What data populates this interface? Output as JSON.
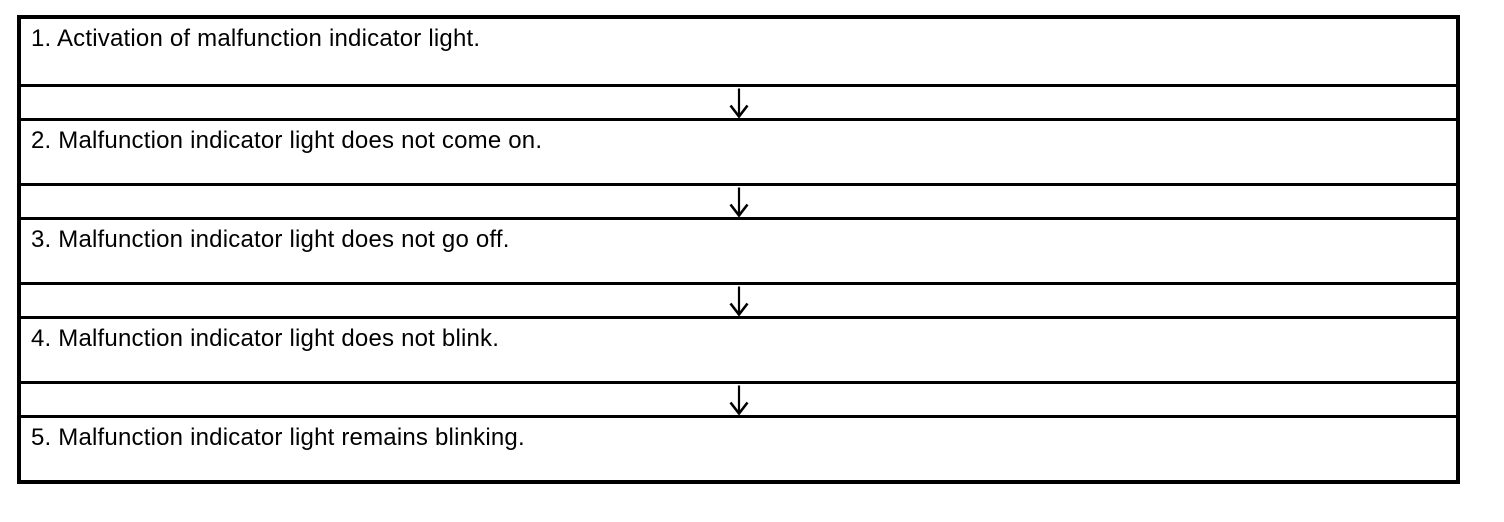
{
  "flowchart": {
    "steps": [
      "1. Activation of malfunction indicator light.",
      "2. Malfunction indicator light does not come on.",
      "3. Malfunction indicator light does not go off.",
      "4. Malfunction indicator light does not blink.",
      "5. Malfunction indicator light remains blinking."
    ],
    "connector_symbol": "↓",
    "connector_icon": "down-arrow-icon"
  },
  "colors": {
    "background": "#ffffff",
    "border": "#000000",
    "text": "#000000"
  }
}
